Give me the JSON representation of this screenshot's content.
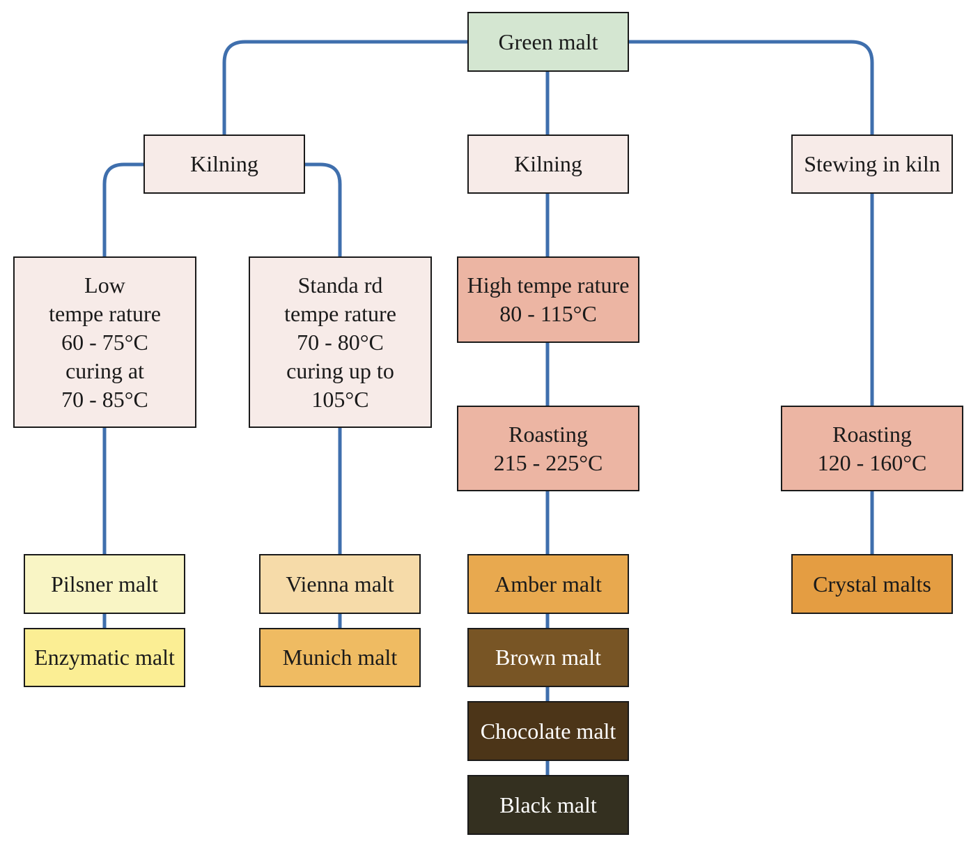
{
  "colors": {
    "connector": "#3f6fad",
    "root_fill": "#d4e6d1",
    "process_fill": "#f7ebe8",
    "roast_fill": "#ecb5a3",
    "pilsner": "#f9f5c5",
    "enzymatic": "#fbee94",
    "vienna": "#f6dba9",
    "munich": "#efbb62",
    "amber": "#e8a94f",
    "brown": "#785525",
    "chocolate": "#4c3518",
    "black": "#343020",
    "crystal": "#e49d42"
  },
  "nodes": {
    "root": "Green malt",
    "kilning_left": "Kilning",
    "kilning_mid": "Kilning",
    "stewing": "Stewing in kiln",
    "low_temp": [
      "Low",
      "tempe rature",
      "60 - 75°C",
      "curing at",
      "70 - 85°C"
    ],
    "std_temp": [
      "Standa rd",
      "tempe rature",
      "70 - 80°C",
      "curing up to",
      "105°C"
    ],
    "high_temp": [
      "High tempe rature",
      "80 - 115°C"
    ],
    "roasting_mid": [
      "Roasting",
      "215 - 225°C"
    ],
    "roasting_right": [
      "Roasting",
      "120 - 160°C"
    ],
    "pilsner": "Pilsner malt",
    "enzymatic": "Enzymatic malt",
    "vienna": "Vienna malt",
    "munich": "Munich malt",
    "amber": "Amber malt",
    "brown": "Brown malt",
    "chocolate": "Chocolate malt",
    "black": "Black malt",
    "crystal": "Crystal malts"
  }
}
